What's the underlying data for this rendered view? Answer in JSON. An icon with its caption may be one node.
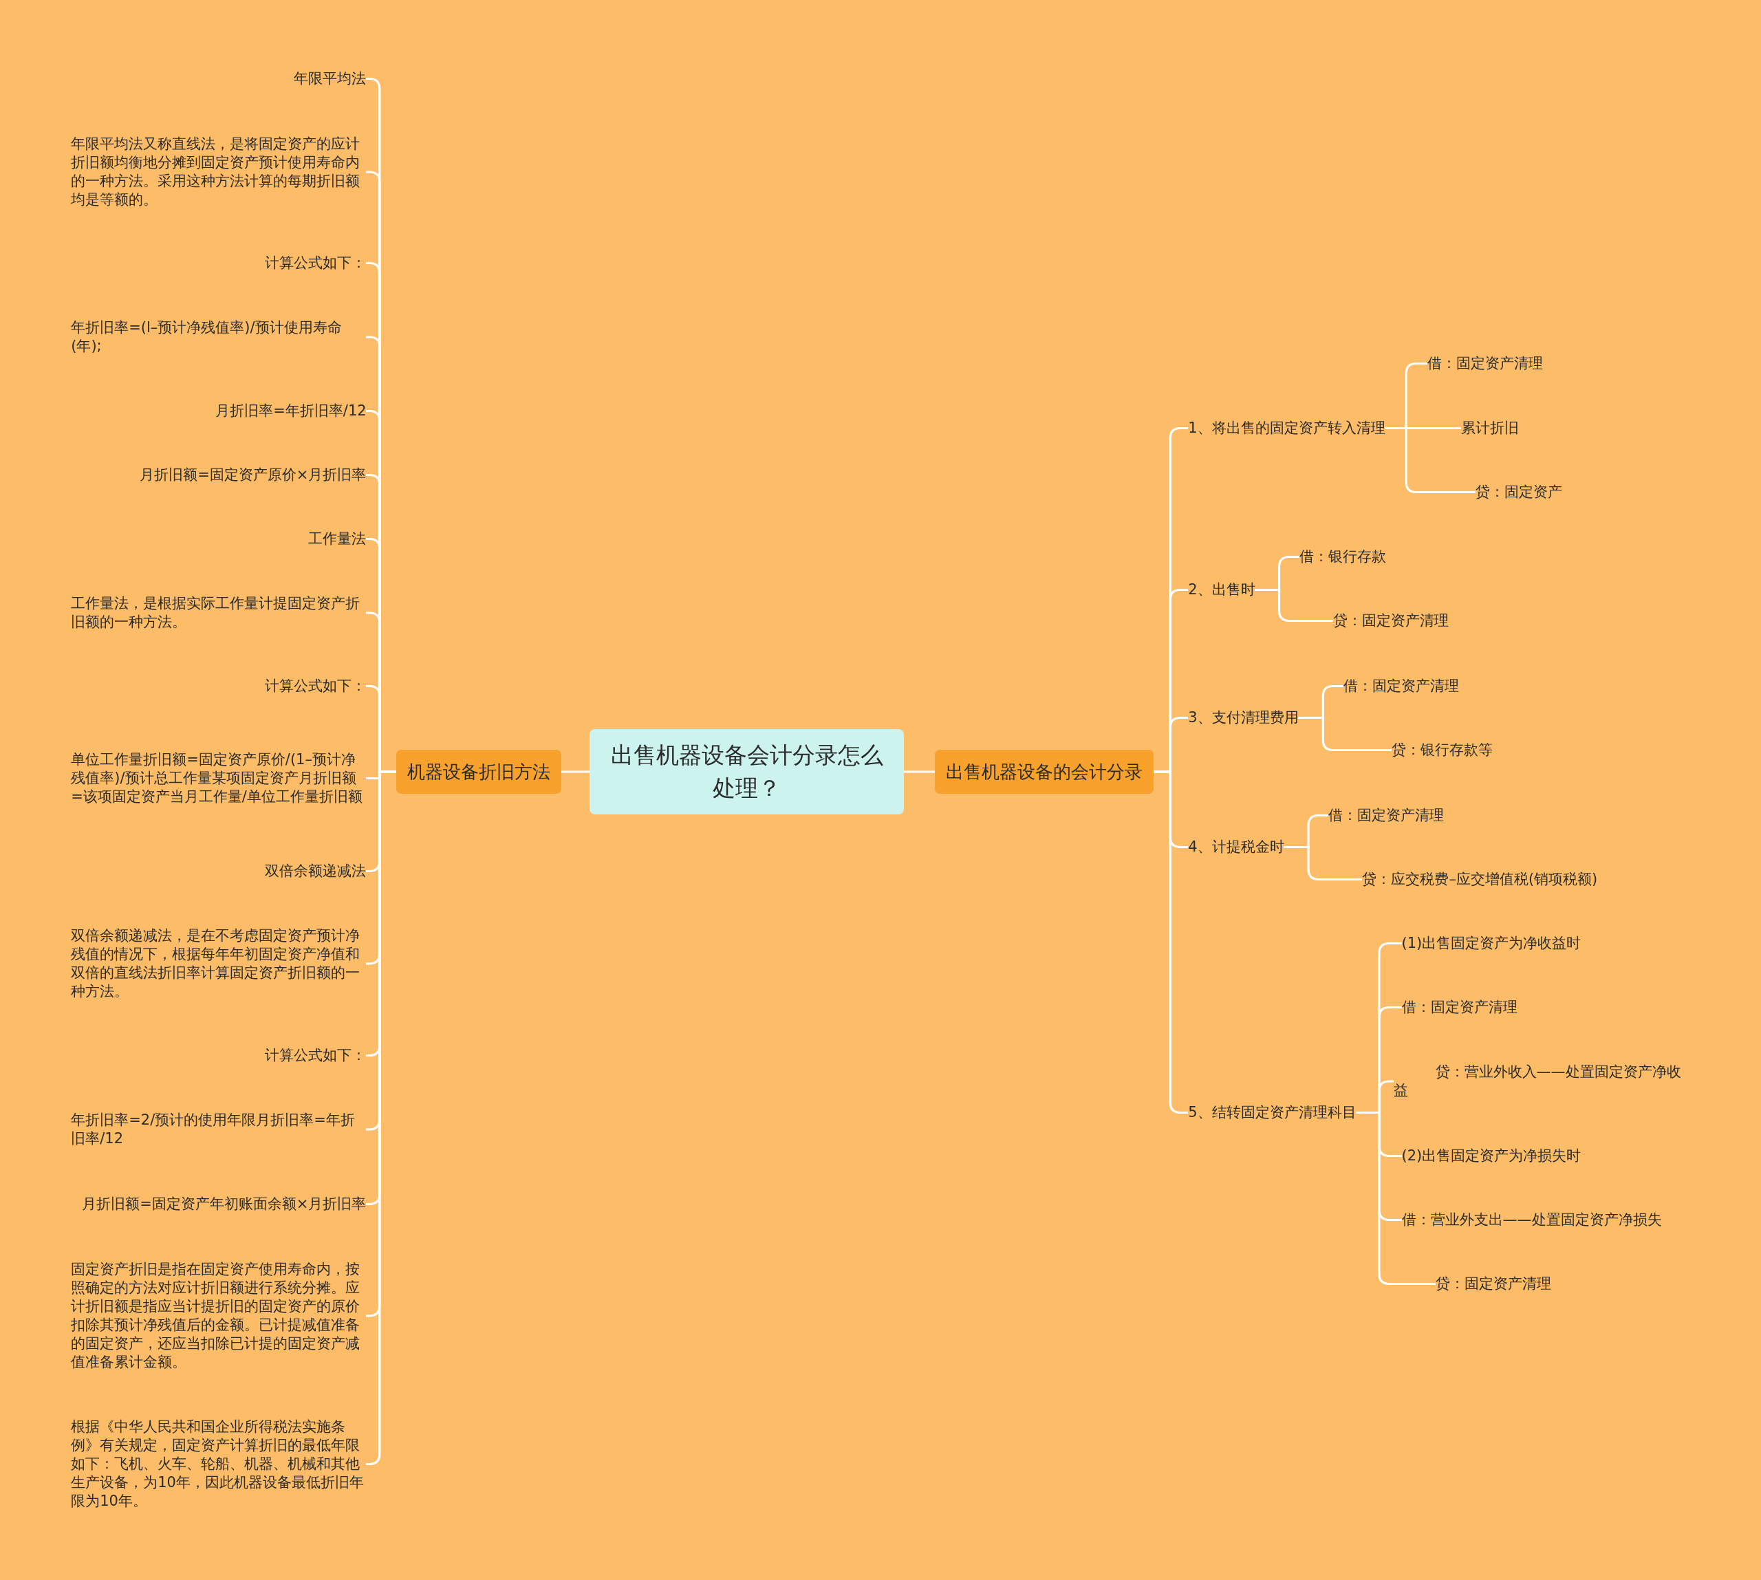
{
  "diagram": {
    "nodes": [
      {
        "text": [
          "出售机器设备会计分录怎么处理？"
        ]
      },
      {
        "text": [
          "机器设备折旧方法"
        ]
      },
      {
        "text": [
          "年限平均法"
        ]
      },
      {
        "text": [
          "年限平均法又称直线法，是将固定资产的应计折旧额均衡地分摊到固定资产预计使用寿命内的一种方法。采用这种方法计算的每期折旧额均是等额的。"
        ]
      },
      {
        "text": [
          "计算公式如下："
        ]
      },
      {
        "text": [
          "年折旧率=(l–预计净残值率)/预计使用寿命(年);"
        ]
      },
      {
        "text": [
          "月折旧率=年折旧率/12"
        ]
      },
      {
        "text": [
          "月折旧额=固定资产原价×月折旧率"
        ]
      },
      {
        "text": [
          "工作量法"
        ]
      },
      {
        "text": [
          "工作量法，是根据实际工作量计提固定资产折旧额的一种方法。"
        ]
      },
      {
        "text": [
          "计算公式如下："
        ]
      },
      {
        "text": [
          "单位工作量折旧额=固定资产原价/(1–预计净残值率)/预计总工作量某项固定资产月折旧额=该项固定资产当月工作量/单位工作量折旧额"
        ]
      },
      {
        "text": [
          "双倍余额递减法"
        ]
      },
      {
        "text": [
          "双倍余额递减法，是在不考虑固定资产预计净残值的情况下，根据每年年初固定资产净值和双倍的直线法折旧率计算固定资产折旧额的一种方法。"
        ]
      },
      {
        "text": [
          "计算公式如下："
        ]
      },
      {
        "text": [
          "年折旧率=2/预计的使用年限月折旧率=年折旧率/12"
        ]
      },
      {
        "text": [
          "月折旧额=固定资产年初账面余额×月折旧率"
        ]
      },
      {
        "text": [
          "固定资产折旧是指在固定资产使用寿命内，按照确定的方法对应计折旧额进行系统分摊。应计折旧额是指应当计提折旧的固定资产的原价扣除其预计净残值后的金额。已计提减值准备的固定资产，还应当扣除已计提的固定资产减值准备累计金额。"
        ]
      },
      {
        "text": [
          "根据《中华人民共和国企业所得税法实施条例》有关规定，固定资产计算折旧的最低年限如下：飞机、火车、轮船、机器、机械和其他生产设备，为10年，因此机器设备最低折旧年限为10年。"
        ]
      },
      {
        "text": [
          "出售机器设备的会计分录"
        ]
      },
      {
        "text": [
          "1、将出售的固定资产转入清理"
        ]
      },
      {
        "text": [
          "借：固定资产清理"
        ]
      },
      {
        "text": [
          "累计折旧"
        ]
      },
      {
        "text": [
          "贷：固定资产"
        ]
      },
      {
        "text": [
          "2、出售时"
        ]
      },
      {
        "text": [
          "借：银行存款"
        ]
      },
      {
        "text": [
          "贷：固定资产清理"
        ]
      },
      {
        "text": [
          "3、支付清理费用"
        ]
      },
      {
        "text": [
          "借：固定资产清理"
        ]
      },
      {
        "text": [
          "贷：银行存款等"
        ]
      },
      {
        "text": [
          "4、计提税金时"
        ]
      },
      {
        "text": [
          "借：固定资产清理"
        ]
      },
      {
        "text": [
          "贷：应交税费–应交增值税(销项税额)"
        ]
      },
      {
        "text": [
          "5、结转固定资产清理科目"
        ]
      },
      {
        "text": [
          "(1)出售固定资产为净收益时"
        ]
      },
      {
        "text": [
          "借：固定资产清理"
        ]
      },
      {
        "text": [
          "贷：营业外收入——处置固定资产净收益"
        ]
      },
      {
        "text": [
          "(2)出售固定资产为净损失时"
        ]
      },
      {
        "text": [
          "借：营业外支出——处置固定资产净损失"
        ]
      },
      {
        "text": [
          "贷：固定资产清理"
        ]
      }
    ],
    "edges": [
      {
        "from": 0,
        "to": 1,
        "arrow": "none"
      },
      {
        "from": 0,
        "to": 19,
        "arrow": "none"
      },
      {
        "from": 1,
        "to": 2,
        "arrow": "none"
      },
      {
        "from": 1,
        "to": 3,
        "arrow": "none"
      },
      {
        "from": 1,
        "to": 4,
        "arrow": "none"
      },
      {
        "from": 1,
        "to": 5,
        "arrow": "none"
      },
      {
        "from": 1,
        "to": 6,
        "arrow": "none"
      },
      {
        "from": 1,
        "to": 7,
        "arrow": "none"
      },
      {
        "from": 1,
        "to": 8,
        "arrow": "none"
      },
      {
        "from": 1,
        "to": 9,
        "arrow": "none"
      },
      {
        "from": 1,
        "to": 10,
        "arrow": "none"
      },
      {
        "from": 1,
        "to": 11,
        "arrow": "none"
      },
      {
        "from": 1,
        "to": 12,
        "arrow": "none"
      },
      {
        "from": 1,
        "to": 13,
        "arrow": "none"
      },
      {
        "from": 1,
        "to": 14,
        "arrow": "none"
      },
      {
        "from": 1,
        "to": 15,
        "arrow": "none"
      },
      {
        "from": 1,
        "to": 16,
        "arrow": "none"
      },
      {
        "from": 1,
        "to": 17,
        "arrow": "none"
      },
      {
        "from": 1,
        "to": 18,
        "arrow": "none"
      },
      {
        "from": 19,
        "to": 20,
        "arrow": "none"
      },
      {
        "from": 19,
        "to": 24,
        "arrow": "none"
      },
      {
        "from": 19,
        "to": 27,
        "arrow": "none"
      },
      {
        "from": 19,
        "to": 30,
        "arrow": "none"
      },
      {
        "from": 19,
        "to": 33,
        "arrow": "none"
      },
      {
        "from": 20,
        "to": 21,
        "arrow": "none"
      },
      {
        "from": 20,
        "to": 22,
        "arrow": "none"
      },
      {
        "from": 20,
        "to": 23,
        "arrow": "none"
      },
      {
        "from": 24,
        "to": 25,
        "arrow": "none"
      },
      {
        "from": 24,
        "to": 26,
        "arrow": "none"
      },
      {
        "from": 27,
        "to": 28,
        "arrow": "none"
      },
      {
        "from": 27,
        "to": 29,
        "arrow": "none"
      },
      {
        "from": 30,
        "to": 31,
        "arrow": "none"
      },
      {
        "from": 30,
        "to": 32,
        "arrow": "none"
      },
      {
        "from": 33,
        "to": 34,
        "arrow": "none"
      },
      {
        "from": 33,
        "to": 35,
        "arrow": "none"
      },
      {
        "from": 33,
        "to": 36,
        "arrow": "none"
      },
      {
        "from": 33,
        "to": 37,
        "arrow": "none"
      },
      {
        "from": 33,
        "to": 38,
        "arrow": "none"
      },
      {
        "from": 33,
        "to": 39,
        "arrow": "none"
      }
    ]
  }
}
